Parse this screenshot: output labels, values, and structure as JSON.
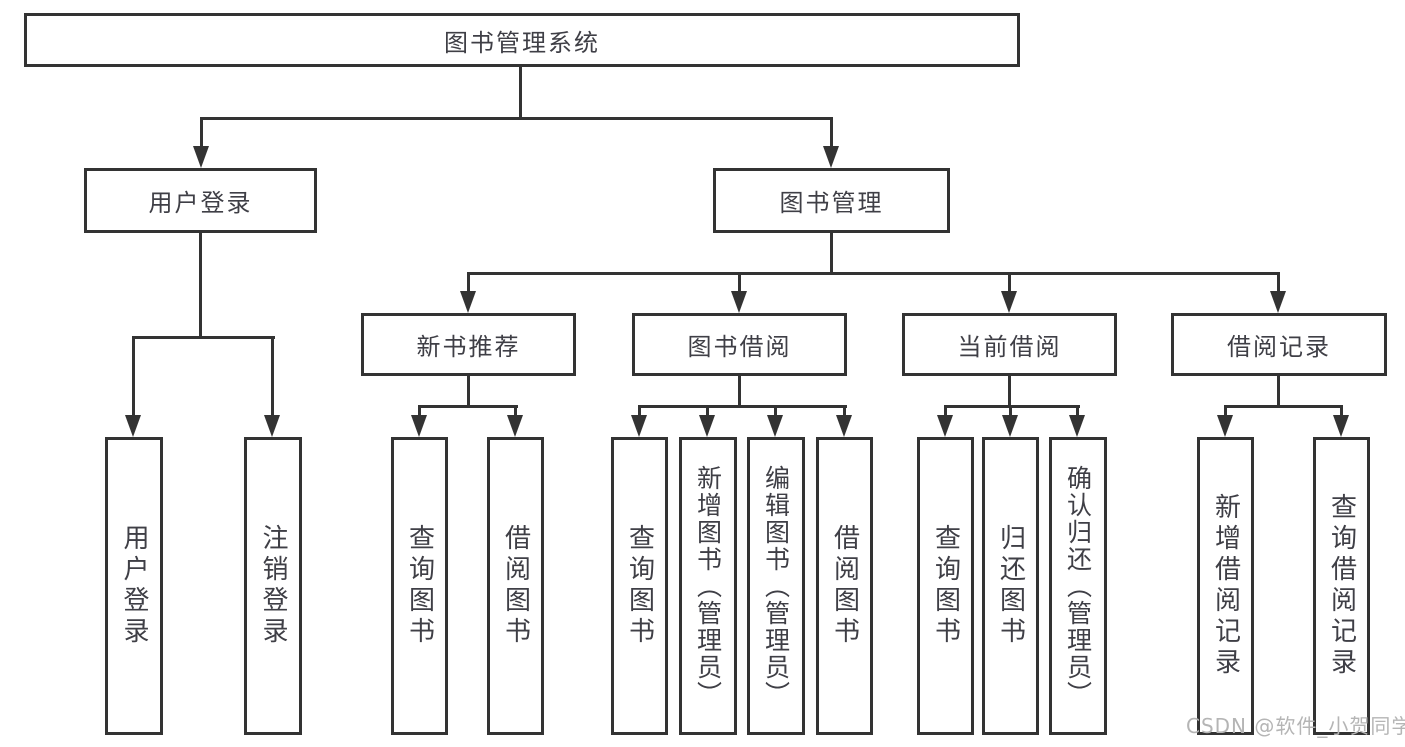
{
  "diagram": {
    "root": {
      "label": "图书管理系统"
    },
    "branches": [
      {
        "label": "用户登录",
        "children": [
          {
            "label": "用户登录"
          },
          {
            "label": "注销登录"
          }
        ]
      },
      {
        "label": "图书管理",
        "children": [
          {
            "label": "新书推荐",
            "children": [
              {
                "label": "查询图书"
              },
              {
                "label": "借阅图书"
              }
            ]
          },
          {
            "label": "图书借阅",
            "children": [
              {
                "label": "查询图书"
              },
              {
                "label": "新增图书（管理员）"
              },
              {
                "label": "编辑图书（管理员）"
              },
              {
                "label": "借阅图书"
              }
            ]
          },
          {
            "label": "当前借阅",
            "children": [
              {
                "label": "查询图书"
              },
              {
                "label": "归还图书"
              },
              {
                "label": "确认归还（管理员）"
              }
            ]
          },
          {
            "label": "借阅记录",
            "children": [
              {
                "label": "新增借阅记录"
              },
              {
                "label": "查询借阅记录"
              }
            ]
          }
        ]
      }
    ]
  },
  "watermark": {
    "text": "CSDN @软件_小贺同学",
    "color": "#b5b5b5"
  },
  "colors": {
    "line": "#333333",
    "box_border": "#333333",
    "box_fill": "#ffffff",
    "text": "#3f3f46",
    "background": "#ffffff"
  }
}
